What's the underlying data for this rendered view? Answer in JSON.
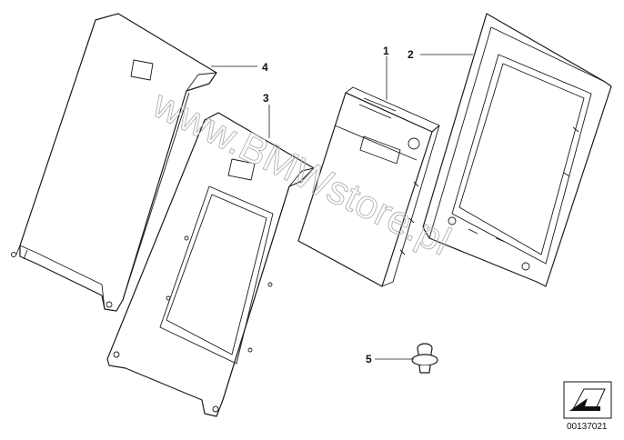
{
  "callouts": [
    "1",
    "2",
    "3",
    "4",
    "5"
  ],
  "watermark": "www.BMWstore.pl",
  "reference_number": "00137021",
  "icons": {
    "corner_badge": "arrow-down-left-icon"
  }
}
